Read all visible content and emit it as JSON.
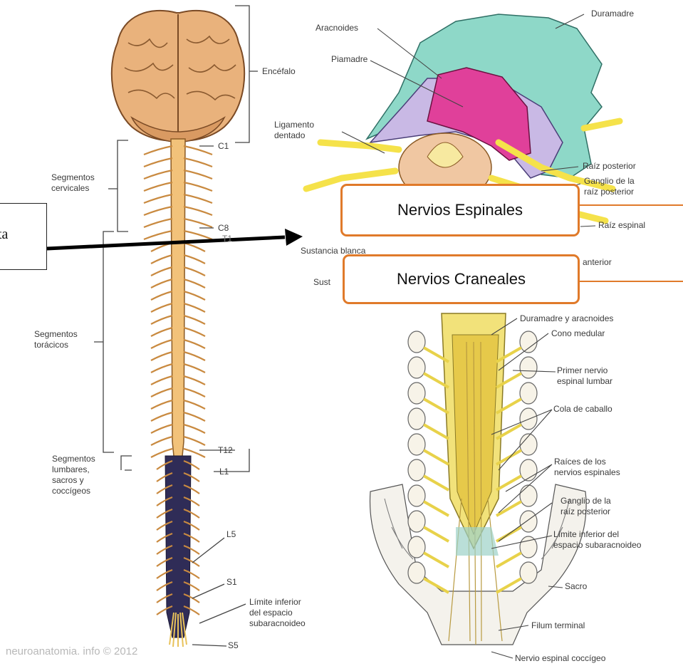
{
  "left_figure": {
    "labels": {
      "encefalo": "Encéfalo",
      "c1": "C1",
      "seg_cervicales": "Segmentos\ncervicales",
      "c8": "C8",
      "t1": "T1",
      "seg_toracicos": "Segmentos\ntorácicos",
      "t12": "T12",
      "l1": "L1",
      "seg_lumbares": "Segmentos\nlumbares,\nsacros y\ncoccígeos",
      "l5": "L5",
      "s1": "S1",
      "limite_inferior": "Límite inferior\ndel espacio\nsubaracnoideo",
      "s5": "S5"
    },
    "watermark": "neuroanatomia. info © 2012"
  },
  "right_top_figure": {
    "labels": {
      "duramadre": "Duramadre",
      "aracnoides": "Aracnoides",
      "piamadre": "Piamadre",
      "ligamento": "Ligamento\ndentado",
      "raiz_posterior": "Raíz posterior",
      "ganglio": "Ganglio de la\nraíz posterior",
      "raiz_espinal": "Raíz espinal",
      "sustancia_blanca": "Sustancia blanca",
      "sustancia_gris": "Sust",
      "anterior": "anterior"
    }
  },
  "right_bottom_figure": {
    "labels": {
      "dura_arac": "Duramadre y aracnoides",
      "cono": "Cono medular",
      "primer_nervio": "Primer nervio\nespinal lumbar",
      "cola": "Cola de caballo",
      "raices": "Raíces de los\nnervios espinales",
      "ganglio": "Ganglio de la\nraíz posterior",
      "limite": "Límite inferior del\nespacio subaracnoideo",
      "sacro": "Sacro",
      "filum": "Filum terminal",
      "coccigeo": "Nervio espinal coccígeo"
    }
  },
  "overlays": {
    "note_text": "ta",
    "callout_espinales": "Nervios Espinales",
    "callout_craneales": "Nervios Craneales"
  },
  "colors": {
    "callout_border": "#e07a2a",
    "cord": "#f2c27a",
    "brain": "#e9b27c",
    "dura": "#8ed8c8",
    "pia": "#e0409a",
    "root": "#f5e24a",
    "cauda": "#2f2c57"
  }
}
